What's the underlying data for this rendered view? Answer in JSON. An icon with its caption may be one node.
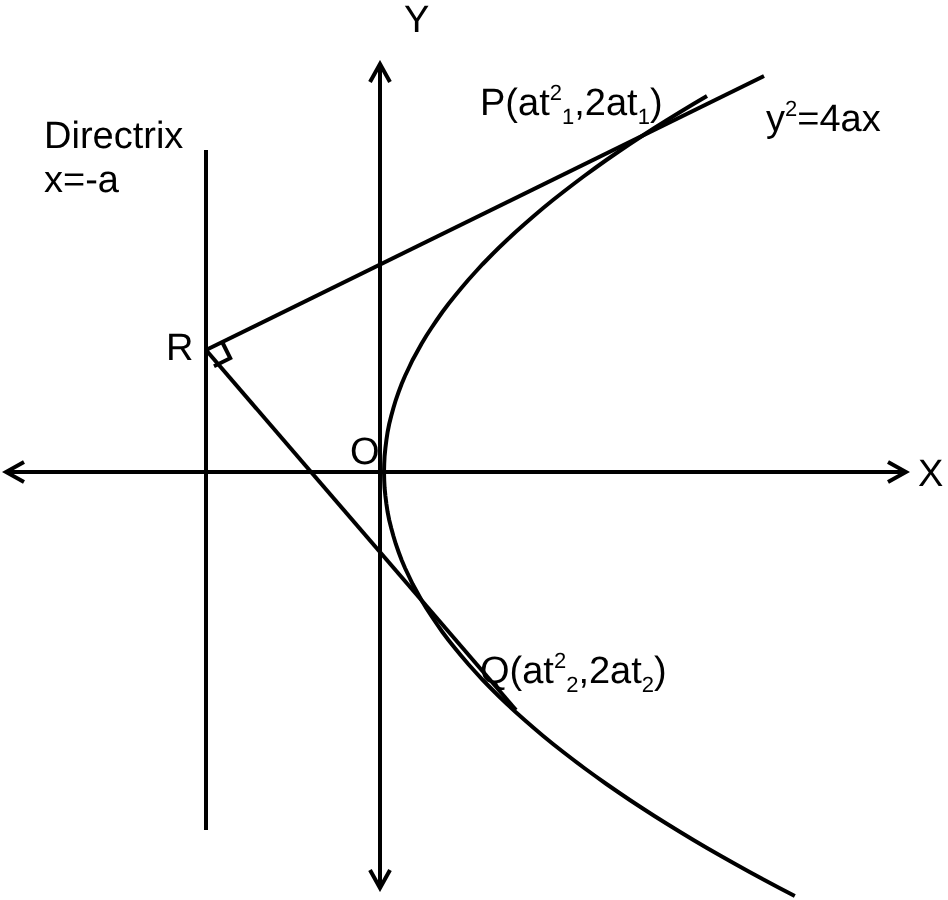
{
  "diagram": {
    "labels": [
      "Y",
      "Directrix x=-a",
      "P(at$^{2}$$_{1}$,2at$_{1}$)",
      "y$^{2}$=4ax",
      "R",
      "O",
      "X",
      "Q(at$^{2}$$_{2}$,2at$_{2}$)"
    ]
  }
}
